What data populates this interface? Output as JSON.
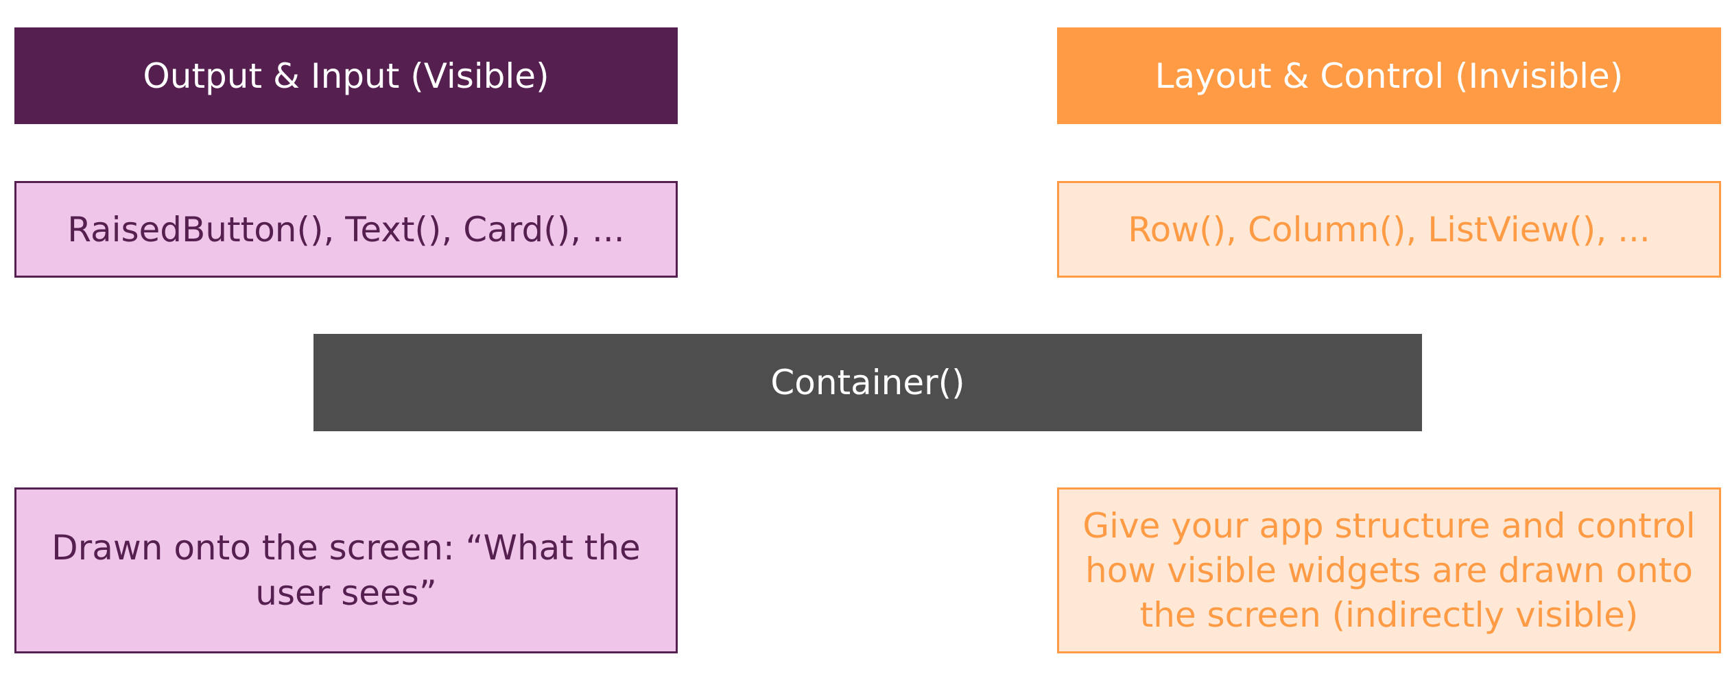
{
  "visible": {
    "header": "Output & Input (Visible)",
    "examples": "RaisedButton(), Text(), Card(), ...",
    "description": "Drawn onto the screen: “What the user sees”"
  },
  "invisible": {
    "header": "Layout & Control (Invisible)",
    "examples": "Row(), Column(), ListView(), ...",
    "description": "Give your app structure and control how visible widgets are drawn onto the screen (indirectly visible)"
  },
  "center": {
    "label": "Container()"
  },
  "colors": {
    "visible_dark": "#55204f",
    "visible_light": "#efc5ea",
    "invisible_dark": "#fe9b44",
    "invisible_light": "#ffe8d5",
    "center": "#4e4e4e"
  }
}
